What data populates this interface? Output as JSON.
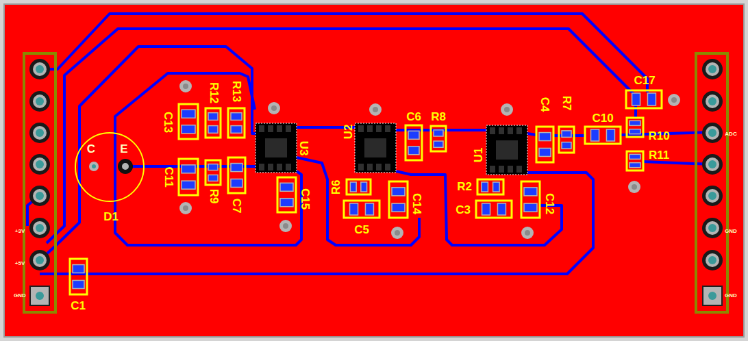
{
  "diagram": {
    "labels": [
      "C17",
      "C4",
      "R7",
      "C10",
      "R10",
      "R11",
      "ADC",
      "C6",
      "R8",
      "U2",
      "U1",
      "R12",
      "R13",
      "C13",
      "U3",
      "C11",
      "R9",
      "C7",
      "C15",
      "R6",
      "C14",
      "C5",
      "R2",
      "C3",
      "C12",
      "C",
      "E",
      "D1",
      "C1",
      "+3V",
      "+5V",
      "GND",
      "GND",
      "GND"
    ]
  }
}
